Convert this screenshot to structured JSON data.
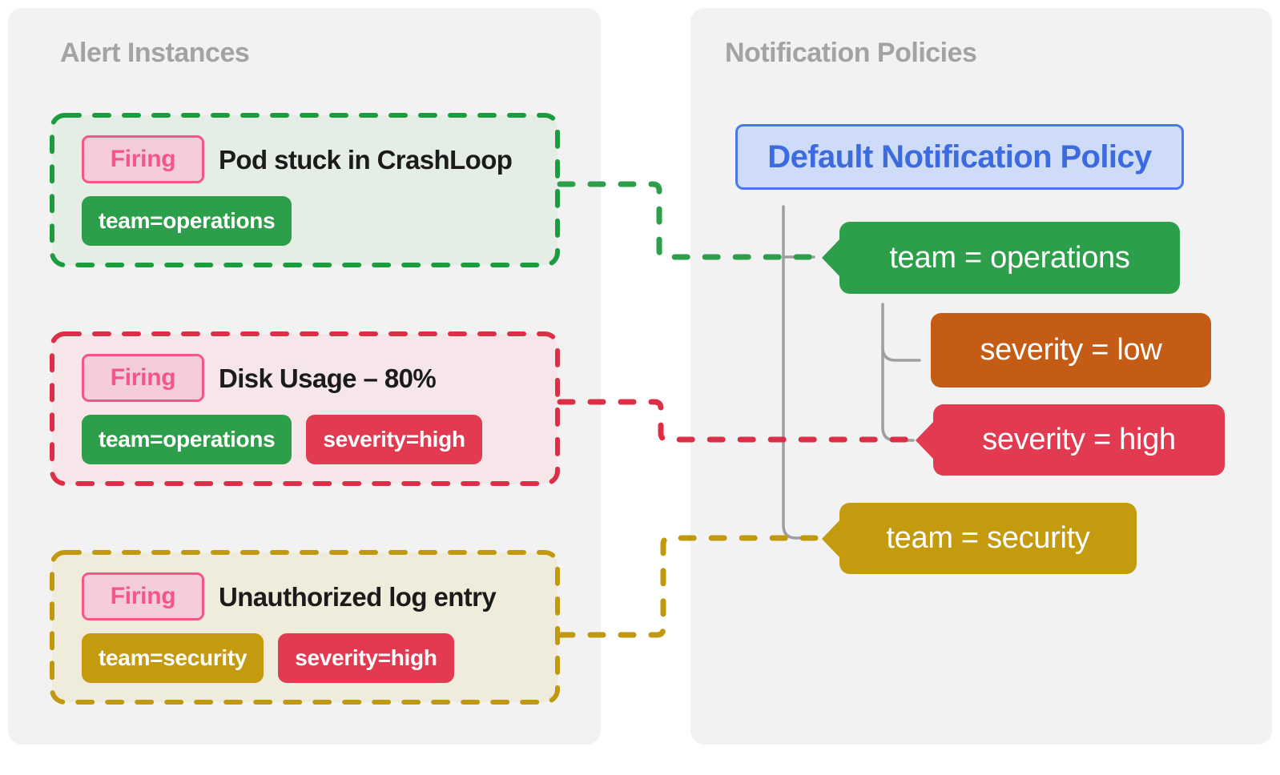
{
  "left_panel": {
    "title": "Alert Instances"
  },
  "right_panel": {
    "title": "Notification Policies"
  },
  "alerts": [
    {
      "status": "Firing",
      "title": "Pod stuck in CrashLoop",
      "labels": [
        {
          "text": "team=operations",
          "variant": "green"
        }
      ]
    },
    {
      "status": "Firing",
      "title": "Disk Usage – 80%",
      "labels": [
        {
          "text": "team=operations",
          "variant": "green"
        },
        {
          "text": "severity=high",
          "variant": "red"
        }
      ]
    },
    {
      "status": "Firing",
      "title": "Unauthorized log entry",
      "labels": [
        {
          "text": "team=security",
          "variant": "gold"
        },
        {
          "text": "severity=high",
          "variant": "red"
        }
      ]
    }
  ],
  "policy_tree": {
    "root_label": "Default Notification Policy",
    "matchers": [
      {
        "label": "team = operations",
        "variant": "green",
        "level": 1,
        "pointer": true
      },
      {
        "label": "severity = low",
        "variant": "orange",
        "level": 2,
        "pointer": false
      },
      {
        "label": "severity = high",
        "variant": "red",
        "level": 2,
        "pointer": true
      },
      {
        "label": "team = security",
        "variant": "gold",
        "level": 1,
        "pointer": true
      }
    ]
  },
  "colors": {
    "panel_bg": "#f2f2f3",
    "heading_gray": "#a3a3a3",
    "card_green_border": "#1d9c3f",
    "card_green_bg": "#e4eee5",
    "card_red_border": "#dc2e46",
    "card_red_bg": "#f7e6e9",
    "card_gold_border": "#c0990f",
    "card_gold_bg": "#f0ecdb",
    "firing_pink": "#f4568c",
    "firing_pink_bg": "#f5ccd9",
    "tag_green": "#2d9e49",
    "tag_red": "#e23a50",
    "tag_gold": "#c49b0e",
    "tag_orange": "#c45c15",
    "policy_blue_border": "#4b77e9",
    "policy_blue_bg": "#cfdcf8",
    "policy_blue_text": "#3c6be0",
    "tree_line_gray": "#9e9e9e",
    "title_text": "#1b1b1b"
  }
}
